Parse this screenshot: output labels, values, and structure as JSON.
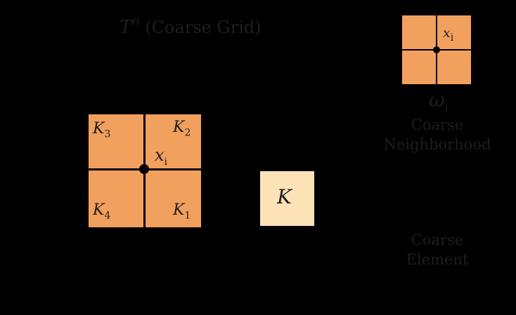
{
  "title": {
    "symbol": "T",
    "superscript": "H",
    "text": "(Coarse Grid)"
  },
  "coarse_grid": {
    "fill_color": "#f2a05e",
    "labels": {
      "K3": "K",
      "K3_sub": "3",
      "K2": "K",
      "K2_sub": "2",
      "K4": "K",
      "K4_sub": "4",
      "K1": "K",
      "K1_sub": "1"
    },
    "node_label": "x",
    "node_sub": "i"
  },
  "element": {
    "label": "K",
    "fill_color": "#fde2b8",
    "caption_line1": "Coarse",
    "caption_line2": "Element"
  },
  "neighborhood": {
    "node_label": "x",
    "node_sub": "i",
    "omega": "ω",
    "omega_sub": "i",
    "caption_line1": "Coarse",
    "caption_line2": "Neighborhood"
  }
}
